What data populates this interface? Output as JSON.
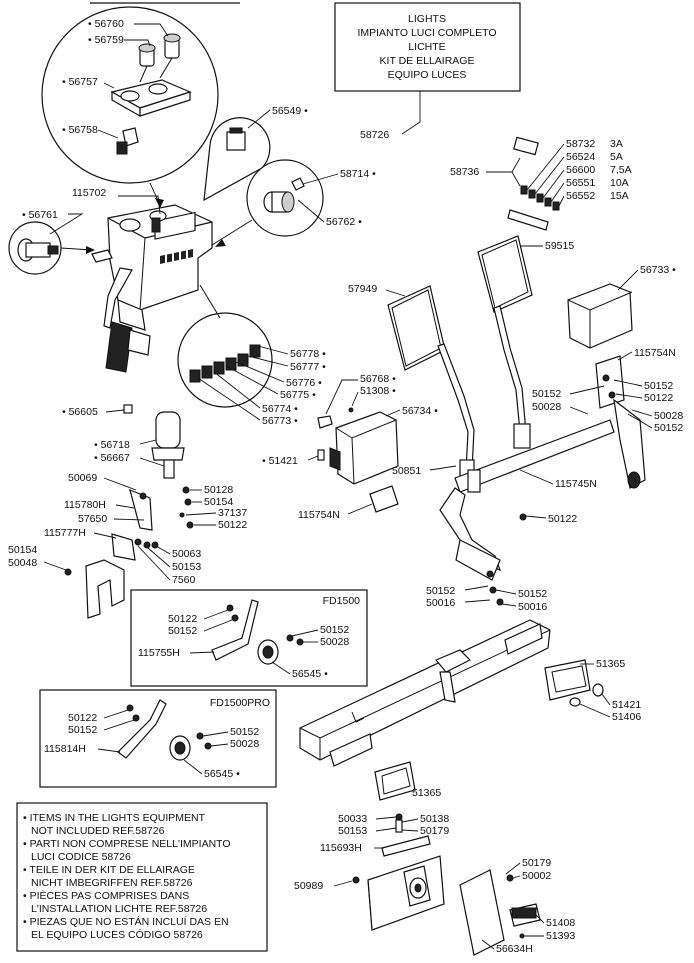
{
  "title_box": {
    "line1": "LIGHTS",
    "line2": "IMPIANTO LUCI COMPLETO",
    "line3": "LICHTE",
    "line4": "KIT DE ELLAIRAGE",
    "line5": "EQUIPO LUCES",
    "ref": "58726"
  },
  "variant_box_1": {
    "title": "FD1500"
  },
  "variant_box_2": {
    "title": "FD1500PRO"
  },
  "fuse_list": [
    {
      "code": "58732",
      "rating": "3A"
    },
    {
      "code": "56524",
      "rating": "5A"
    },
    {
      "code": "56600",
      "rating": "7,5A"
    },
    {
      "code": "56551",
      "rating": "10A"
    },
    {
      "code": "56552",
      "rating": "15A"
    }
  ],
  "labels": {
    "p56760": "• 56760",
    "p56759": "• 56759",
    "p56757": "• 56757",
    "p56758": "• 56758",
    "p56549": "56549 •",
    "p58714": "58714 •",
    "p56762": "56762 •",
    "p115702": "115702",
    "p56761": "• 56761",
    "p58736": "58736",
    "p59515": "59515",
    "p57949": "57949",
    "p56733": "56733 •",
    "p115754N_a": "115754N",
    "p56778": "56778 •",
    "p56777": "56777 •",
    "p56776": "56776 •",
    "p56775": "56775 •",
    "p56774": "56774 •",
    "p56773": "56773 •",
    "p56768": "56768 •",
    "p51308": "51308 •",
    "p56734": "56734 •",
    "p50152_a": "50152",
    "p50028_a": "50028",
    "p50152_b": "50152",
    "p50122_a": "50122",
    "p50028_b": "50028",
    "p50152_c": "50152",
    "p56605": "• 56605",
    "p56718": "• 56718",
    "p56667": "• 56667",
    "p51421_a": "• 51421",
    "p50851": "50851",
    "p115745N": "115745N",
    "p50069": "50069",
    "p50128": "50128",
    "p50154_a": "50154",
    "p115780H": "115780H",
    "p37137": "37137",
    "p57650": "57650",
    "p50122_b": "50122",
    "p115754N_b": "115754N",
    "p50122_c": "50122",
    "p115777H": "115777H",
    "p50154_b": "50154",
    "p50048": "50048",
    "p50063": "50063",
    "p50153_a": "50153",
    "p7560": "7560",
    "p50152_d": "50152",
    "p50016_a": "50016",
    "p50152_e": "50152",
    "p50016_b": "50016",
    "fd_50122": "50122",
    "fd_50152": "50152",
    "fd_50152b": "50152",
    "fd_50028": "50028",
    "fd_115755H": "115755H",
    "fd_56545": "56545 •",
    "pro_50122": "50122",
    "pro_50152": "50152",
    "pro_50152b": "50152",
    "pro_50028": "50028",
    "pro_115814H": "115814H",
    "pro_56545": "56545 •",
    "p51365_a": "51365",
    "p51421_b": "51421",
    "p51406": "51406",
    "p51365_b": "51365",
    "p50033": "50033",
    "p50153_b": "50153",
    "p50138": "50138",
    "p50179_a": "50179",
    "p115693H": "115693H",
    "p50179_b": "50179",
    "p50002": "50002",
    "p50989": "50989",
    "p51408": "51408",
    "p51393": "51393",
    "p56634H": "56634H"
  },
  "note": [
    "• ITEMS IN THE LIGHTS EQUIPMENT",
    "NOT INCLUDED REF.58726",
    "• PARTI NON COMPRESE NELL'IMPIANTO",
    "LUCI CODICE 58726",
    "• TEILE IN DER KIT DE ELLAIRAGE",
    "NICHT IMBEGRIFFEN REF.58726",
    "• PIÈCES PAS COMPRISES DANS",
    "L'INSTALLATION LICHTE REF.58726",
    "• PIEZAS QUE NO ESTÁN INCLUÍ DAS EN",
    "EL EQUIPO LUCES CÓDIGO 58726"
  ]
}
